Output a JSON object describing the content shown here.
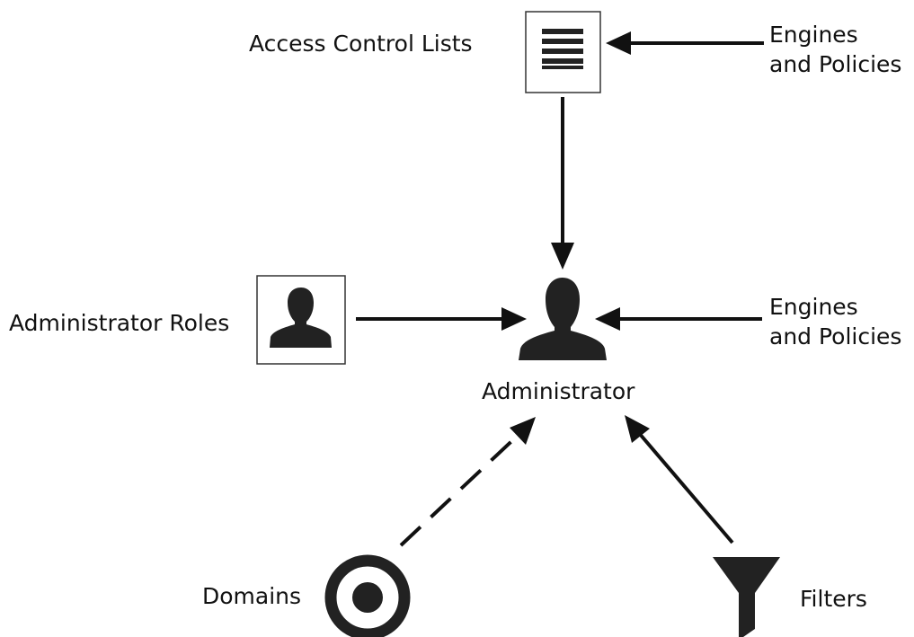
{
  "diagram": {
    "labels": {
      "access_control_lists": "Access Control Lists",
      "engines_policies_top": "Engines\nand Policies",
      "administrator_roles": "Administrator Roles",
      "engines_policies_mid": "Engines\nand Policies",
      "administrator": "Administrator",
      "domains": "Domains",
      "filters": "Filters"
    },
    "icons": {
      "access_control_lists": "list-icon",
      "administrator_roles": "user-icon",
      "administrator": "user-icon",
      "domains": "target-icon",
      "filters": "funnel-icon"
    },
    "colors": {
      "stroke": "#111111",
      "icon_fill": "#222222",
      "box_border": "#333333",
      "background": "#ffffff"
    }
  }
}
